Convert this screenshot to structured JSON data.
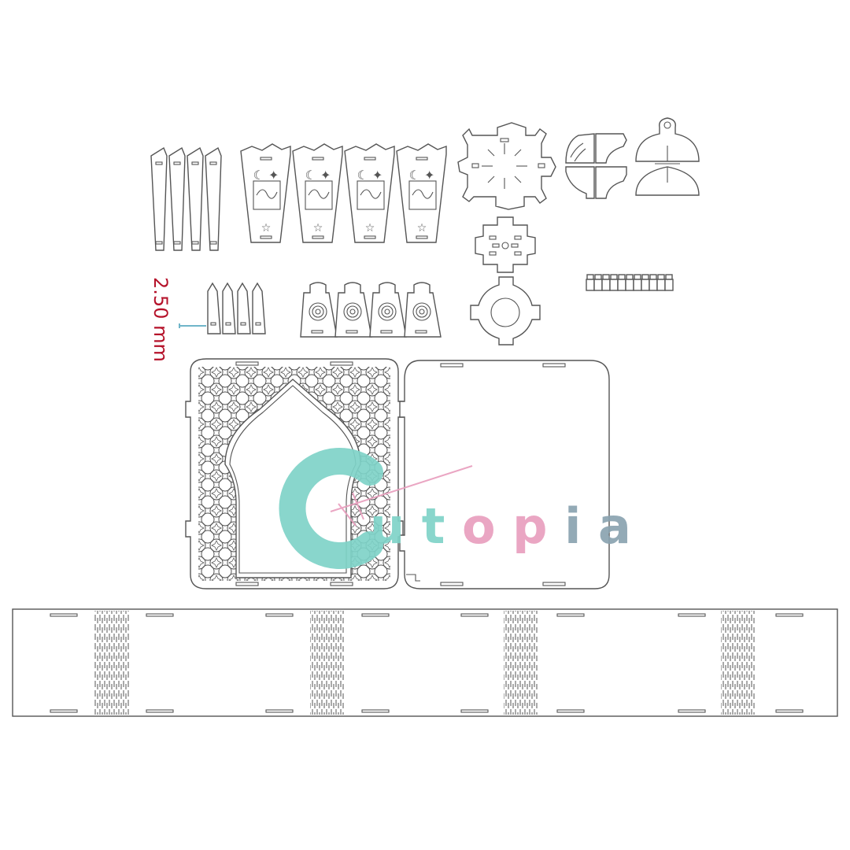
{
  "dimension_label": "2.50 mm",
  "watermark": {
    "brand_text_letters": [
      "u",
      "t",
      "o",
      "p",
      "i",
      "a"
    ],
    "colors": {
      "teal": "#7fd3c8",
      "pink": "#e99fbe",
      "slate": "#8aa3b0",
      "dimension_red": "#b5122a"
    }
  },
  "parts": [
    {
      "name": "tall-legs",
      "count": 4
    },
    {
      "name": "calligraphy-panels",
      "count": 4
    },
    {
      "name": "square-frame-plate",
      "count": 1
    },
    {
      "name": "quarter-fan-pieces",
      "count": 4
    },
    {
      "name": "hanger-dome-pieces",
      "count": 2
    },
    {
      "name": "small-connector-plate",
      "count": 1
    },
    {
      "name": "gear-ring-plate",
      "count": 1
    },
    {
      "name": "peg-strip",
      "count": 1
    },
    {
      "name": "short-legs",
      "count": 4
    },
    {
      "name": "medallion-panels",
      "count": 4
    },
    {
      "name": "arch-lattice-door",
      "count": 1
    },
    {
      "name": "plain-door",
      "count": 1
    },
    {
      "name": "living-hinge-band",
      "count": 1
    }
  ]
}
